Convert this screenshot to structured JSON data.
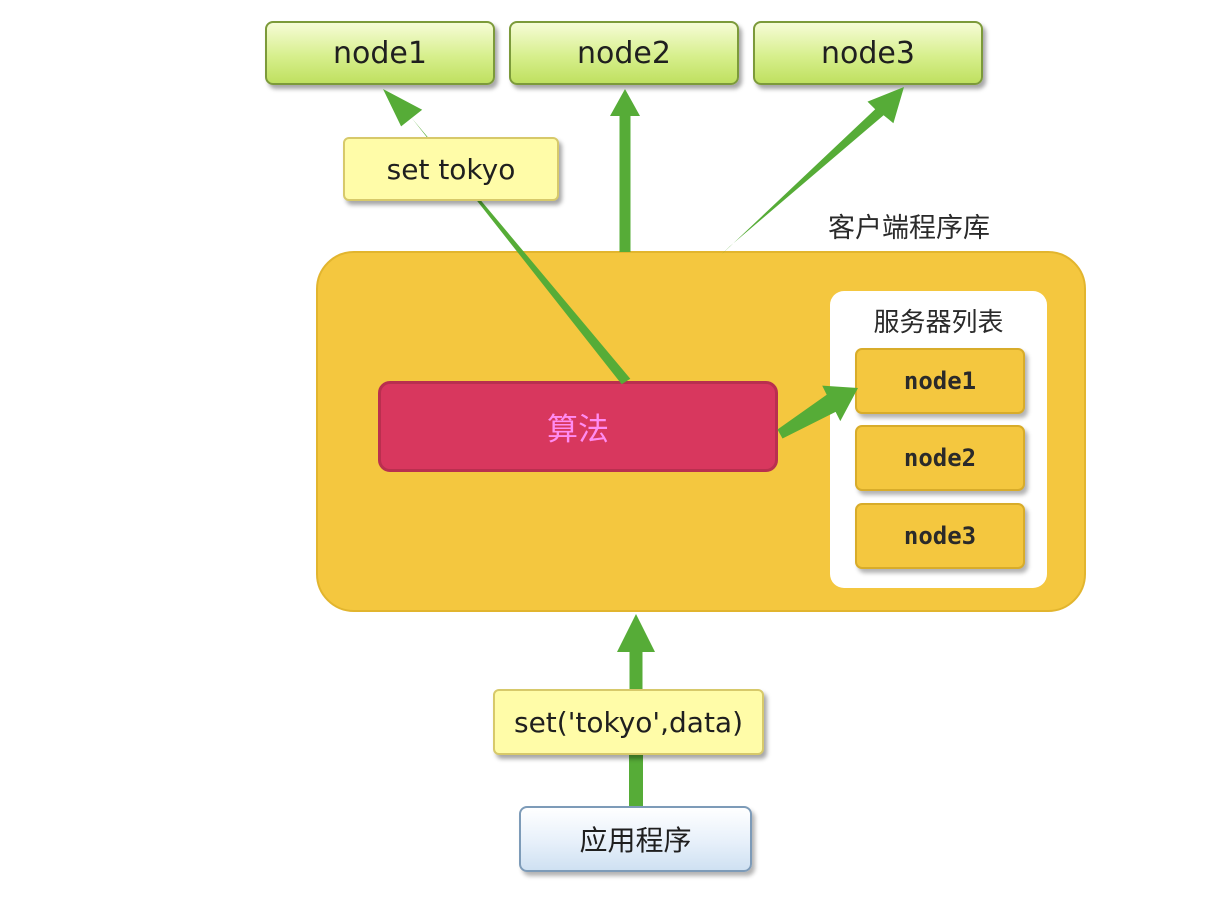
{
  "top_nodes": [
    {
      "label": "node1"
    },
    {
      "label": "node2"
    },
    {
      "label": "node3"
    }
  ],
  "set_label": "set tokyo",
  "client_library": {
    "caption": "客户端程序库",
    "algorithm_label": "算法",
    "server_list": {
      "title": "服务器列表",
      "nodes": [
        {
          "label": "node1"
        },
        {
          "label": "node2"
        },
        {
          "label": "node3"
        }
      ]
    }
  },
  "set_call": "set('tokyo',data)",
  "application": "应用程序",
  "colors": {
    "arrow": "#56ac37",
    "client_library": "#f4c73f",
    "algorithm": "#d8375e",
    "algorithm_text": "#ff8cf2",
    "label_box": "#fffca8",
    "top_node": "#d7ef8d",
    "app_box": "#e7f0fa"
  }
}
